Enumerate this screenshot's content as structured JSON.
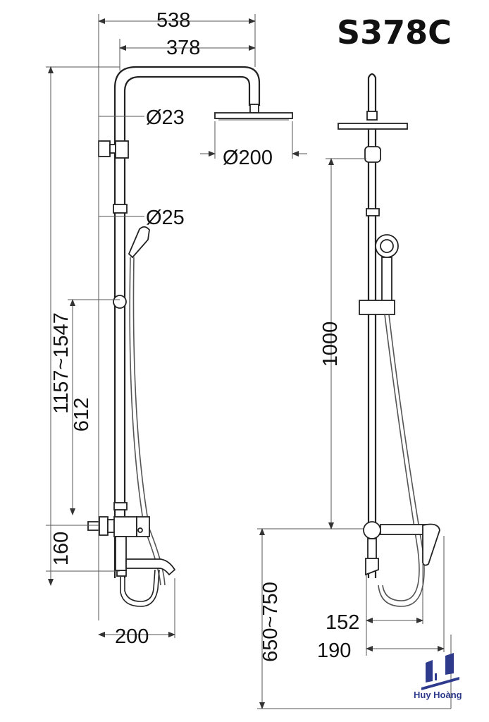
{
  "title": "S378C",
  "front_view": {
    "width_total": "538",
    "arm_length": "378",
    "pipe_diameter_upper": "Ø23",
    "head_diameter": "Ø200",
    "pipe_diameter_lower": "Ø25",
    "height_range": "1157~1547",
    "slider_height": "612",
    "valve_to_spout": "160",
    "spout_length": "200",
    "floor_height": "650~750"
  },
  "side_view": {
    "bar_height": "1000",
    "wall_offset_1": "152",
    "wall_offset_2": "190"
  },
  "logo": {
    "name": "Huy Hoàng",
    "color": "#2e3a8c"
  }
}
